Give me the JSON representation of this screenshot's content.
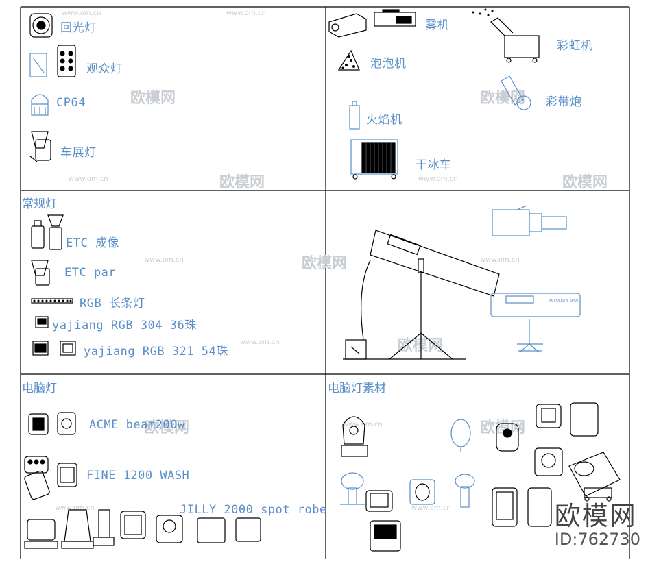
{
  "sections": {
    "stage_effects": {
      "items": [
        "回光灯",
        "观众灯",
        "CP64",
        "车展灯"
      ]
    },
    "special_effects": {
      "items": [
        "雾机",
        "彩虹机",
        "泡泡机",
        "彩带炮",
        "火焰机",
        "干冰车"
      ]
    },
    "conventional": {
      "title": "常规灯",
      "items": [
        "ETC 成像",
        "ETC par",
        "RGB 长条灯",
        "yajiang RGB 304 36珠",
        "yajiang RGB 321 54珠"
      ]
    },
    "computer_lights": {
      "title": "电脑灯",
      "items": [
        "ACME beam200w",
        "FINE 1200 WASH",
        "JILLY 2000 spot robe"
      ]
    },
    "computer_materials": {
      "title": "电脑灯素材"
    }
  },
  "followspot_label": "3K FOLLOW SPOT",
  "watermark": {
    "brand": "欧模网",
    "url": "www.om.cn",
    "logo_name": "欧模网",
    "logo_id": "ID:762730"
  },
  "colors": {
    "line": "#000000",
    "accent": "#5b8fc9",
    "watermark": "#c9ced4"
  }
}
